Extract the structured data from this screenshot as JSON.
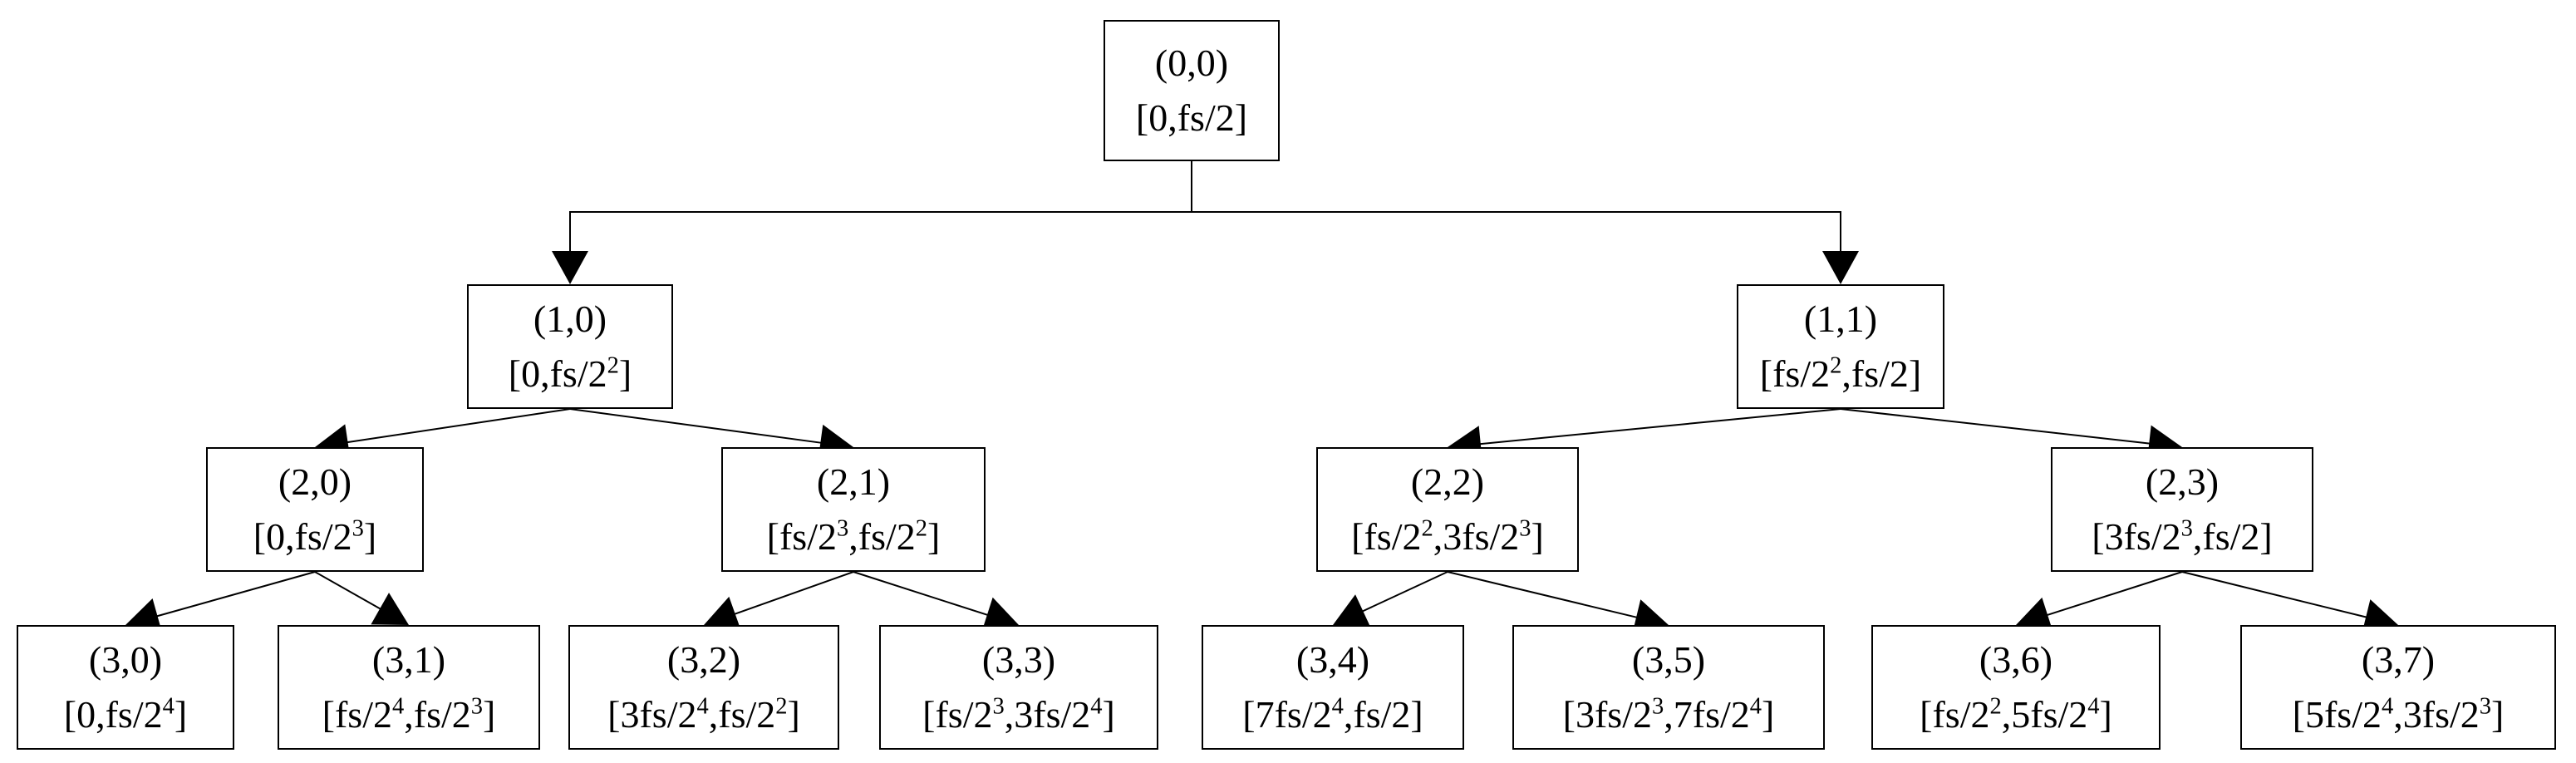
{
  "nodes": [
    {
      "id": "0-0",
      "index": "(0,0)",
      "range": "[0,fs/2]"
    },
    {
      "id": "1-0",
      "index": "(1,0)",
      "range": "[0,fs/2^2]"
    },
    {
      "id": "1-1",
      "index": "(1,1)",
      "range": "[fs/2^2,fs/2]"
    },
    {
      "id": "2-0",
      "index": "(2,0)",
      "range": "[0,fs/2^3]"
    },
    {
      "id": "2-1",
      "index": "(2,1)",
      "range": "[fs/2^3,fs/2^2]"
    },
    {
      "id": "2-2",
      "index": "(2,2)",
      "range": "[fs/2^2,3fs/2^3]"
    },
    {
      "id": "2-3",
      "index": "(2,3)",
      "range": "[3fs/2^3,fs/2]"
    },
    {
      "id": "3-0",
      "index": "(3,0)",
      "range": "[0,fs/2^4]"
    },
    {
      "id": "3-1",
      "index": "(3,1)",
      "range": "[fs/2^4,fs/2^3]"
    },
    {
      "id": "3-2",
      "index": "(3,2)",
      "range": "[3fs/2^4,fs/2^2]"
    },
    {
      "id": "3-3",
      "index": "(3,3)",
      "range": "[fs/2^3,3fs/2^4]"
    },
    {
      "id": "3-4",
      "index": "(3,4)",
      "range": "[7fs/2^4,fs/2]"
    },
    {
      "id": "3-5",
      "index": "(3,5)",
      "range": "[3fs/2^3,7fs/2^4]"
    },
    {
      "id": "3-6",
      "index": "(3,6)",
      "range": "[fs/2^2,5fs/2^4]"
    },
    {
      "id": "3-7",
      "index": "(3,7)",
      "range": "[5fs/2^4,3fs/2^3]"
    }
  ],
  "edges": [
    [
      "0-0",
      "1-0"
    ],
    [
      "0-0",
      "1-1"
    ],
    [
      "1-0",
      "2-0"
    ],
    [
      "1-0",
      "2-1"
    ],
    [
      "1-1",
      "2-2"
    ],
    [
      "1-1",
      "2-3"
    ],
    [
      "2-0",
      "3-0"
    ],
    [
      "2-0",
      "3-1"
    ],
    [
      "2-1",
      "3-2"
    ],
    [
      "2-1",
      "3-3"
    ],
    [
      "2-2",
      "3-4"
    ],
    [
      "2-2",
      "3-5"
    ],
    [
      "2-3",
      "3-6"
    ],
    [
      "2-3",
      "3-7"
    ]
  ]
}
